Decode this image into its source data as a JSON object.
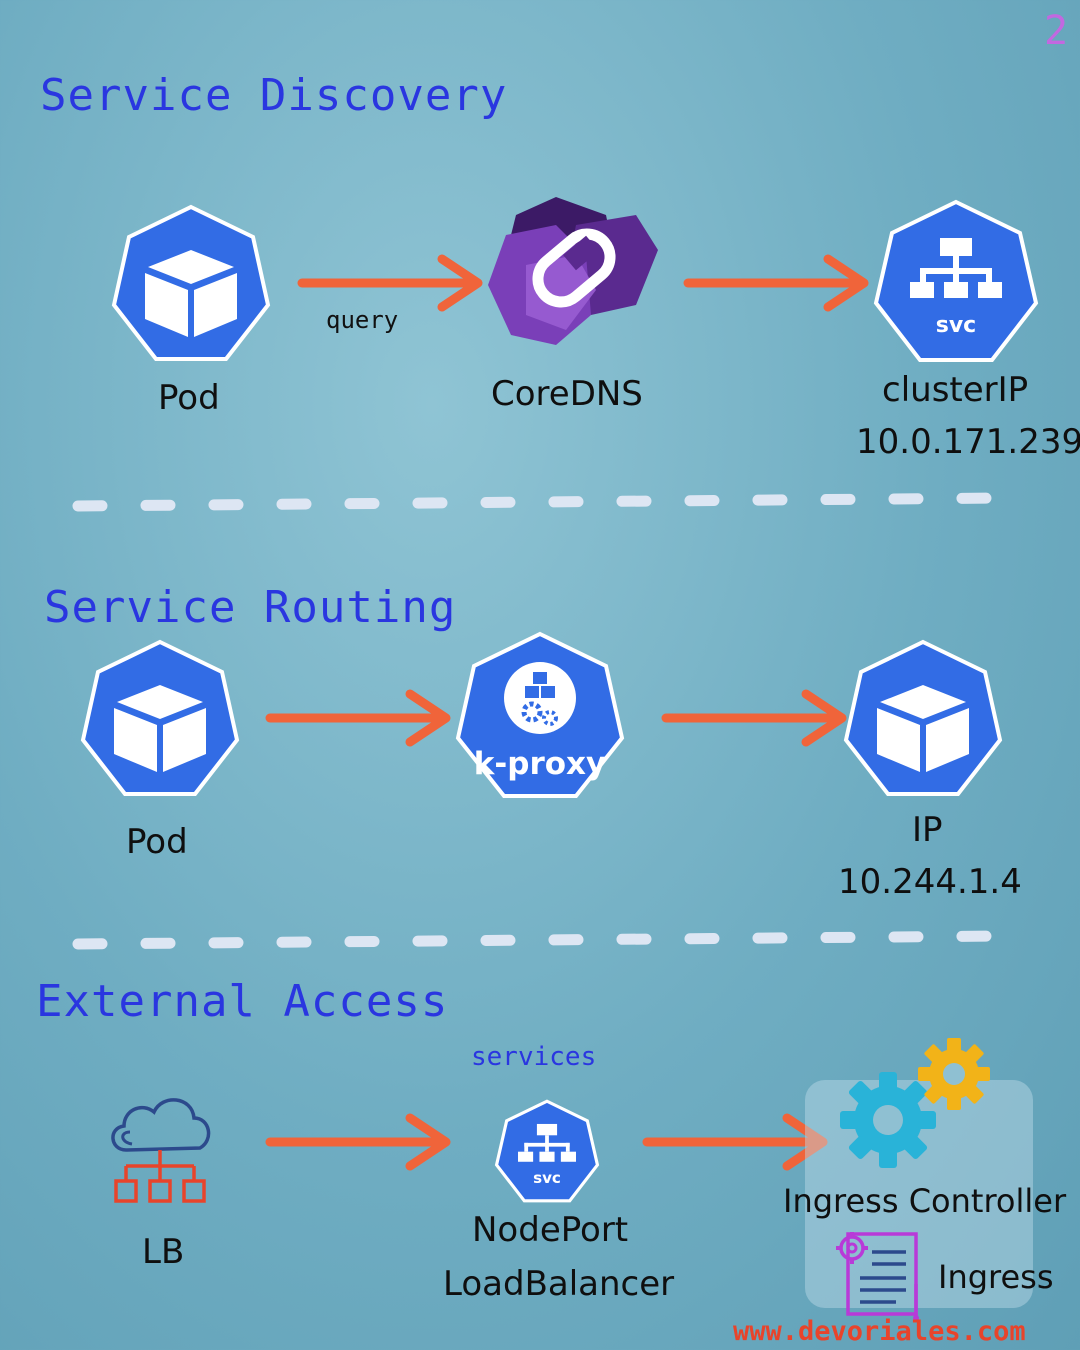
{
  "page_number": "2",
  "colors": {
    "background": "#74b2c6",
    "heading": "#2a36e0",
    "k8s_blue": "#326ce5",
    "arrow": "#f0643a",
    "dash": "#dde6f3",
    "footer": "#e8442b",
    "page_number": "#c268e0"
  },
  "sections": {
    "discovery": {
      "title": "Service Discovery",
      "nodes": {
        "pod": {
          "label": "Pod",
          "icon": "pod-icon"
        },
        "coredns": {
          "label": "CoreDNS",
          "icon": "coredns-icon"
        },
        "service": {
          "label": "clusterIP",
          "value": "10.0.171.239",
          "icon": "svc-icon",
          "badge": "svc"
        }
      },
      "edge_label": "query"
    },
    "routing": {
      "title": "Service Routing",
      "nodes": {
        "pod": {
          "label": "Pod",
          "icon": "pod-icon"
        },
        "kproxy": {
          "label": "k-proxy",
          "icon": "k-proxy-icon"
        },
        "target": {
          "label": "IP",
          "value": "10.244.1.4",
          "icon": "pod-icon"
        }
      }
    },
    "external": {
      "title": "External Access",
      "nodes": {
        "lb": {
          "label": "LB",
          "icon": "cloud-network-icon"
        },
        "services": {
          "caption": "services",
          "label1": "NodePort",
          "label2": "LoadBalancer",
          "icon": "svc-icon",
          "badge": "svc"
        },
        "ingress_controller": {
          "label": "Ingress Controller",
          "icon": "gears-icon"
        },
        "ingress": {
          "label": "Ingress",
          "icon": "ingress-document-icon"
        }
      }
    }
  },
  "footer": {
    "url": "www.devoriales.com"
  }
}
